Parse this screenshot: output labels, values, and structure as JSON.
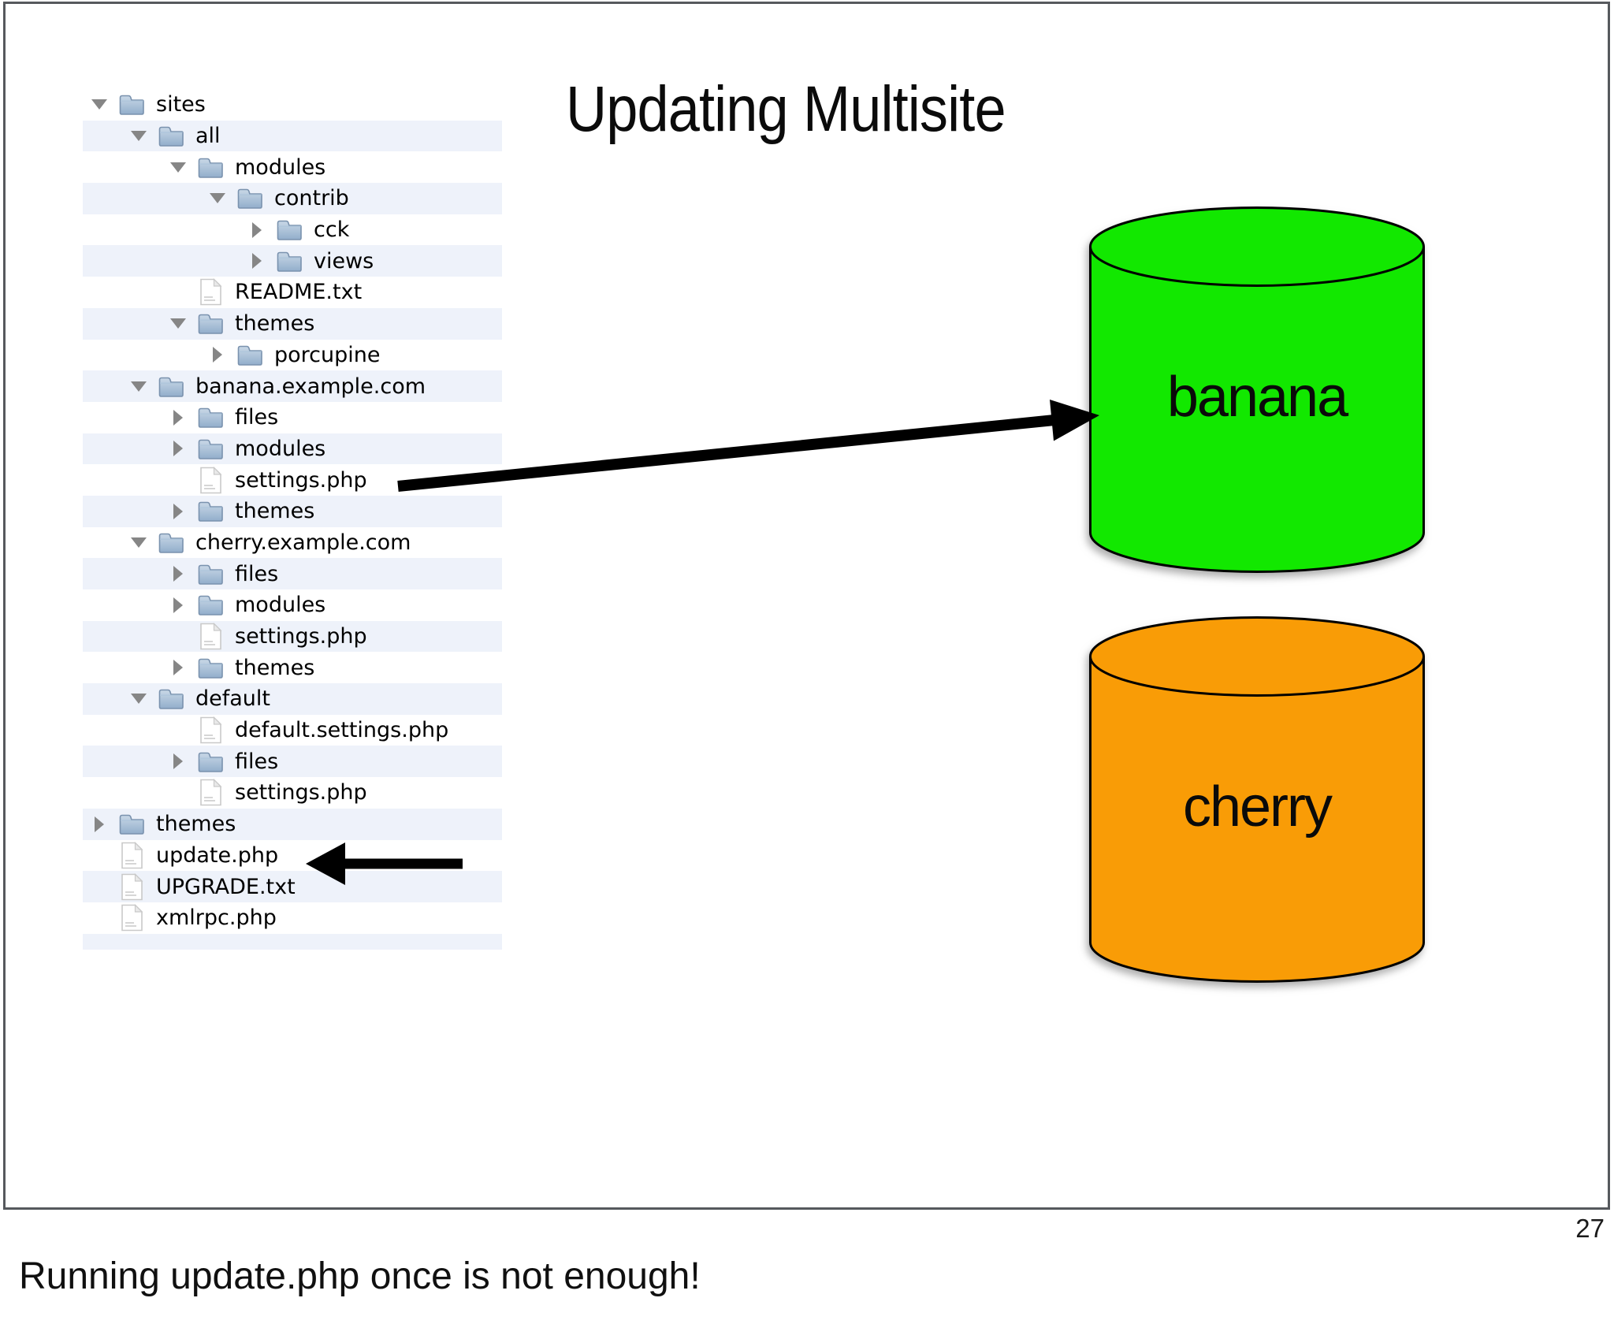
{
  "slide": {
    "title": "Updating Multisite",
    "caption": "Running update.php once is not enough!",
    "page_number": "27"
  },
  "tree": {
    "rows": [
      {
        "label": "sites",
        "level": 0,
        "icon": "folder",
        "disclosure": "open"
      },
      {
        "label": "all",
        "level": 1,
        "icon": "folder",
        "disclosure": "open"
      },
      {
        "label": "modules",
        "level": 2,
        "icon": "folder",
        "disclosure": "open"
      },
      {
        "label": "contrib",
        "level": 3,
        "icon": "folder",
        "disclosure": "open"
      },
      {
        "label": "cck",
        "level": 4,
        "icon": "folder",
        "disclosure": "closed"
      },
      {
        "label": "views",
        "level": 4,
        "icon": "folder",
        "disclosure": "closed"
      },
      {
        "label": "README.txt",
        "level": 2,
        "icon": "file",
        "disclosure": "none"
      },
      {
        "label": "themes",
        "level": 2,
        "icon": "folder",
        "disclosure": "open"
      },
      {
        "label": "porcupine",
        "level": 3,
        "icon": "folder",
        "disclosure": "closed"
      },
      {
        "label": "banana.example.com",
        "level": 1,
        "icon": "folder",
        "disclosure": "open"
      },
      {
        "label": "files",
        "level": 2,
        "icon": "folder",
        "disclosure": "closed"
      },
      {
        "label": "modules",
        "level": 2,
        "icon": "folder",
        "disclosure": "closed"
      },
      {
        "label": "settings.php",
        "level": 2,
        "icon": "file",
        "disclosure": "none"
      },
      {
        "label": "themes",
        "level": 2,
        "icon": "folder",
        "disclosure": "closed"
      },
      {
        "label": "cherry.example.com",
        "level": 1,
        "icon": "folder",
        "disclosure": "open"
      },
      {
        "label": "files",
        "level": 2,
        "icon": "folder",
        "disclosure": "closed"
      },
      {
        "label": "modules",
        "level": 2,
        "icon": "folder",
        "disclosure": "closed"
      },
      {
        "label": "settings.php",
        "level": 2,
        "icon": "file",
        "disclosure": "none"
      },
      {
        "label": "themes",
        "level": 2,
        "icon": "folder",
        "disclosure": "closed"
      },
      {
        "label": "default",
        "level": 1,
        "icon": "folder",
        "disclosure": "open"
      },
      {
        "label": "default.settings.php",
        "level": 2,
        "icon": "file",
        "disclosure": "none"
      },
      {
        "label": "files",
        "level": 2,
        "icon": "folder",
        "disclosure": "closed"
      },
      {
        "label": "settings.php",
        "level": 2,
        "icon": "file",
        "disclosure": "none"
      },
      {
        "label": "themes",
        "level": 0,
        "icon": "folder",
        "disclosure": "closed"
      },
      {
        "label": "update.php",
        "level": 0,
        "icon": "file",
        "disclosure": "none"
      },
      {
        "label": "UPGRADE.txt",
        "level": 0,
        "icon": "file",
        "disclosure": "none"
      },
      {
        "label": "xmlrpc.php",
        "level": 0,
        "icon": "file",
        "disclosure": "none"
      }
    ]
  },
  "cylinders": [
    {
      "name": "banana-database",
      "label": "banana",
      "color": "#12E800",
      "outline": "#000000"
    },
    {
      "name": "cherry-database",
      "label": "cherry",
      "color": "#F99C06",
      "outline": "#000000"
    }
  ],
  "arrows": [
    {
      "name": "settings-to-banana-arrow",
      "from": "banana.example.com/settings.php",
      "to": "banana database",
      "color": "#000000"
    },
    {
      "name": "update-php-pointer-arrow",
      "points_at": "update.php",
      "color": "#000000"
    }
  ],
  "colors": {
    "tree_stripe": "#EEF2FA",
    "slide_border": "#56595d",
    "folder_fill_top": "#C9D8E7",
    "folder_fill_bottom": "#92AECB",
    "folder_outline": "#7A92AE"
  }
}
